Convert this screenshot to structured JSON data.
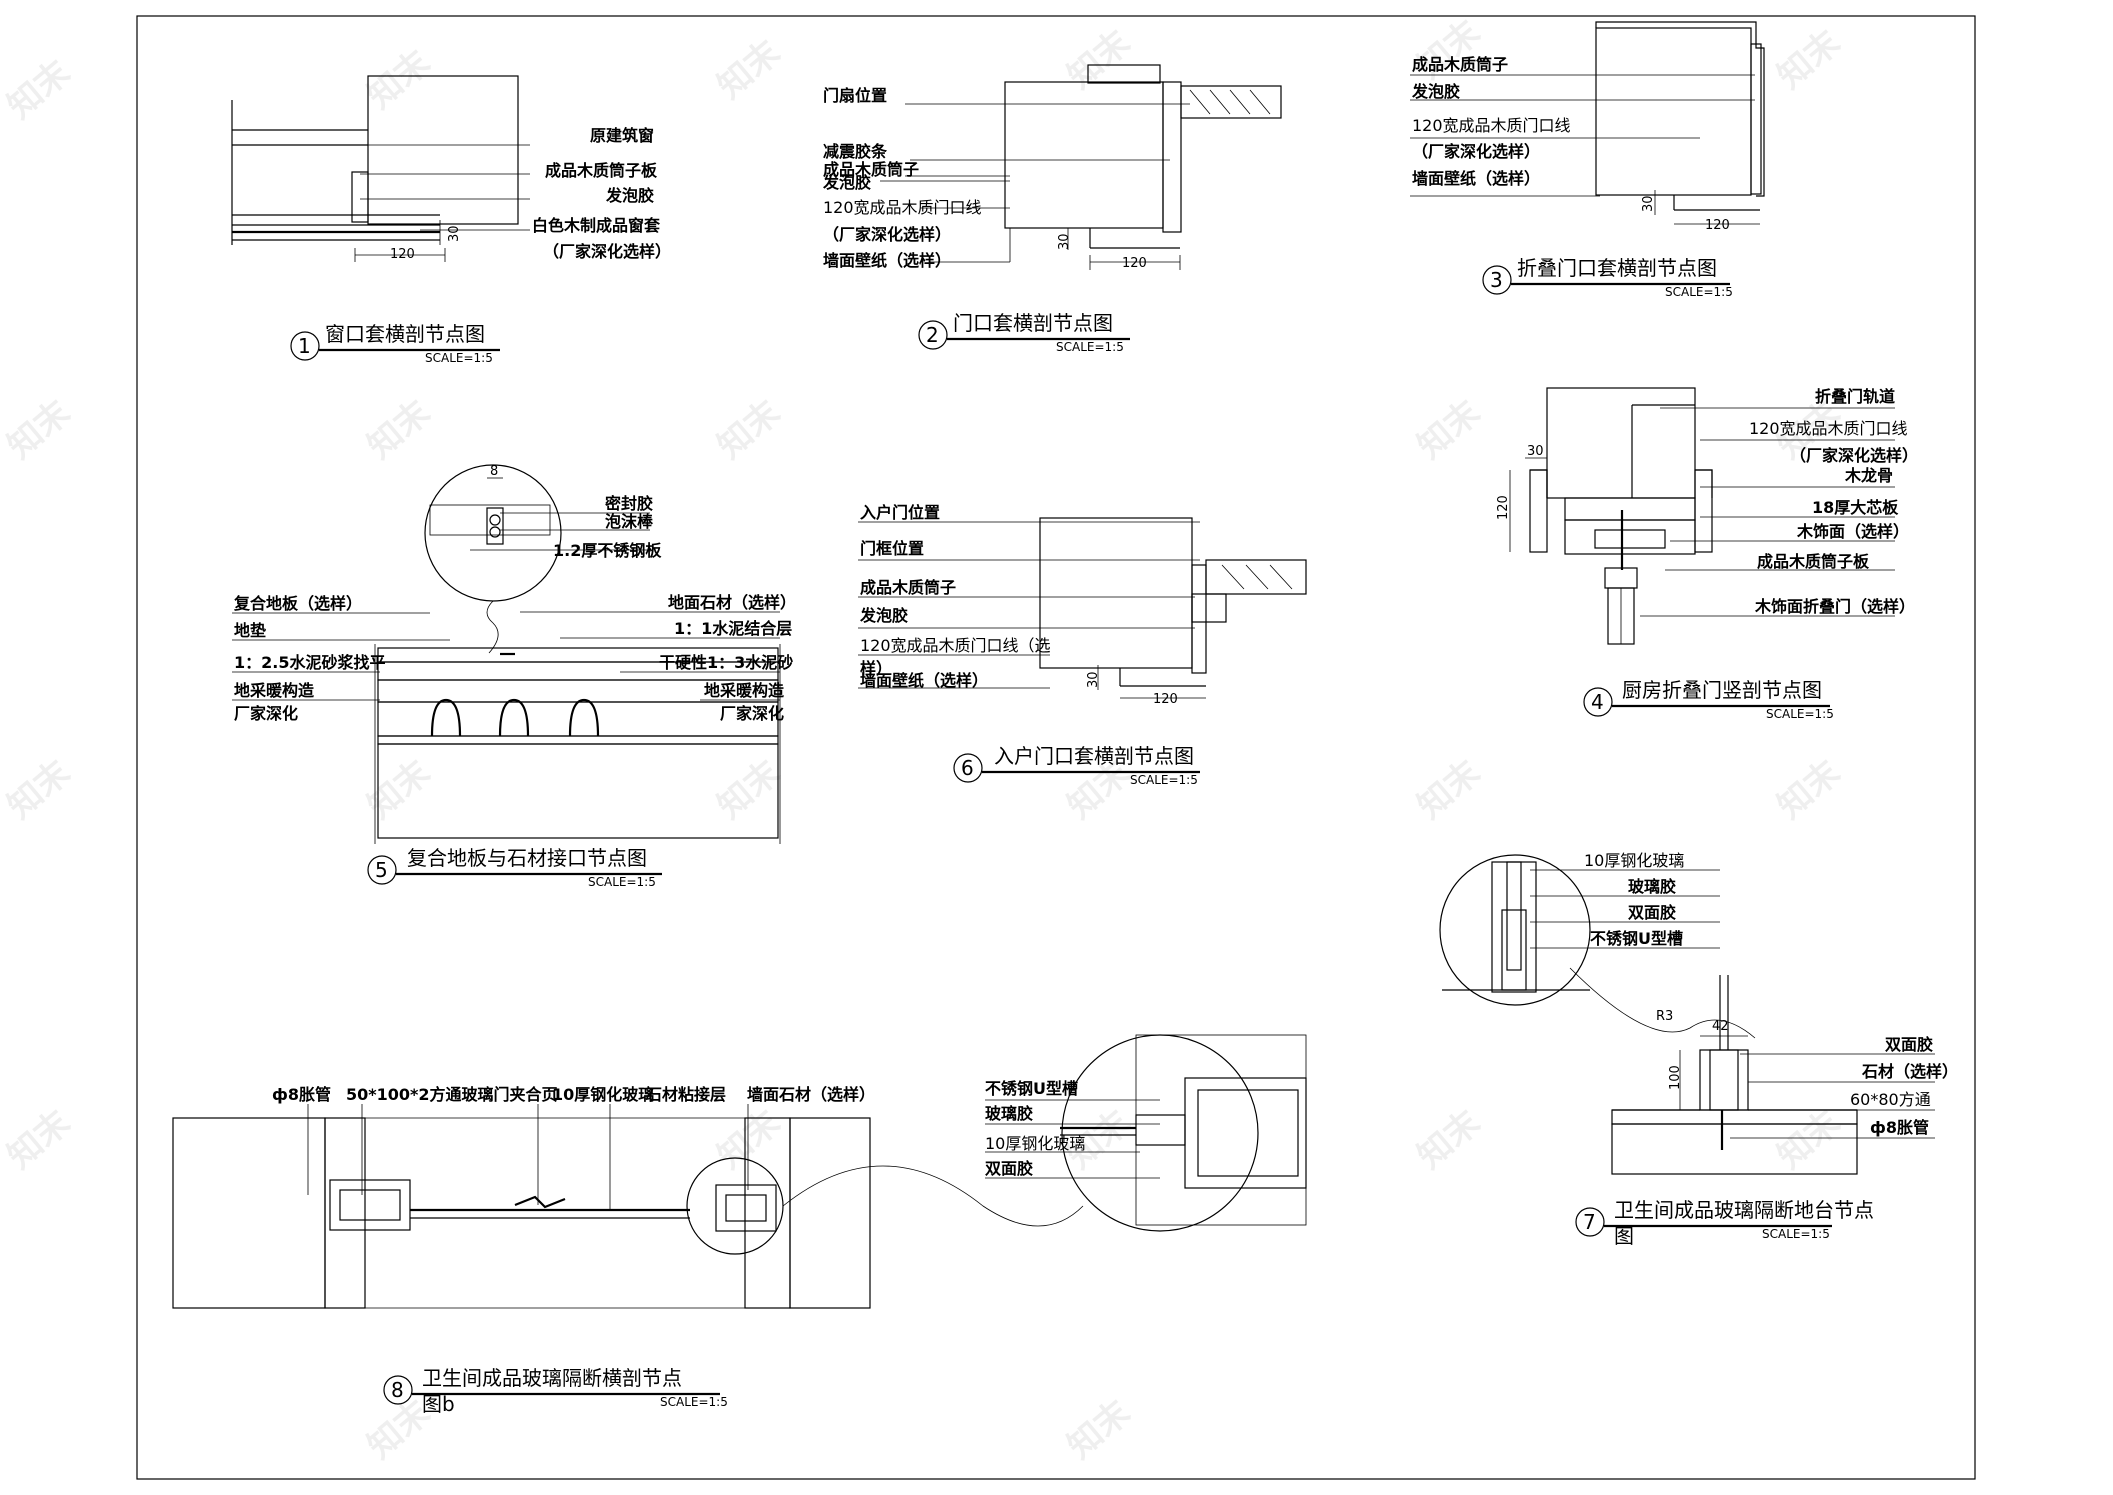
{
  "watermark": "知末",
  "details": [
    {
      "id": "1",
      "title": "窗口套横剖节点图",
      "scale": "SCALE=1:5",
      "labels": [
        "原建筑窗",
        "成品木质筒子板",
        "发泡胶",
        "白色木制成品窗套",
        "（厂家深化选样）"
      ],
      "dims": [
        "120",
        "30"
      ]
    },
    {
      "id": "2",
      "title": "门口套横剖节点图",
      "scale": "SCALE=1:5",
      "labels": [
        "门扇位置",
        "减震胶条",
        "成品木质筒子",
        "发泡胶",
        "120宽成品木质门口线",
        "（厂家深化选样）",
        "墙面壁纸（选样）"
      ],
      "dims": [
        "120",
        "30"
      ]
    },
    {
      "id": "3",
      "title": "折叠门口套横剖节点图",
      "scale": "SCALE=1:5",
      "labels": [
        "成品木质筒子",
        "发泡胶",
        "120宽成品木质门口线",
        "（厂家深化选样）",
        "墙面壁纸（选样）"
      ],
      "dims": [
        "120",
        "30"
      ]
    },
    {
      "id": "4",
      "title": "厨房折叠门竖剖节点图",
      "scale": "SCALE=1:5",
      "labels": [
        "折叠门轨道",
        "120宽成品木质门口线",
        "（厂家深化选样）",
        "木龙骨",
        "18厚大芯板",
        "木饰面（选样）",
        "成品木质筒子板",
        "木饰面折叠门（选样）"
      ],
      "dims": [
        "30",
        "120"
      ]
    },
    {
      "id": "5",
      "title": "复合地板与石材接口节点图",
      "scale": "SCALE=1:5",
      "labels_left": [
        "复合地板（选样）",
        "地垫",
        "1：2.5水泥砂浆找平",
        "地采暖构造",
        "厂家深化"
      ],
      "labels_right": [
        "地面石材（选样）",
        "1：1水泥结合层",
        "干硬性1：3水泥砂",
        "地采暖构造",
        "厂家深化"
      ],
      "labels_detail": [
        "密封胶",
        "泡沫棒",
        "1.2厚不锈钢板"
      ],
      "dims": [
        "8"
      ]
    },
    {
      "id": "6",
      "title": "入户门口套横剖节点图",
      "scale": "SCALE=1:5",
      "labels": [
        "入户门位置",
        "门框位置",
        "成品木质筒子",
        "发泡胶",
        "120宽成品木质门口线（选",
        "样）",
        "墙面壁纸（选样）"
      ],
      "dims": [
        "120",
        "30"
      ]
    },
    {
      "id": "7",
      "title": "卫生间成品玻璃隔断地台节点",
      "title2": "图",
      "scale": "SCALE=1:5",
      "labels_detail": [
        "10厚钢化玻璃",
        "玻璃胶",
        "双面胶",
        "不锈钢U型槽"
      ],
      "labels": [
        "双面胶",
        "石材（选样）",
        "60*80方通",
        "ф8胀管"
      ],
      "dims": [
        "R3",
        "42",
        "100"
      ]
    },
    {
      "id": "8",
      "title": "卫生间成品玻璃隔断横剖节点",
      "title2": "图b",
      "scale": "SCALE=1:5",
      "labels_top": [
        "ф8胀管",
        "50*100*2方通玻璃门夹合页",
        "10厚钢化玻璃",
        "石材粘接层",
        "墙面石材（选样）"
      ],
      "labels_detail": [
        "不锈钢U型槽",
        "玻璃胶",
        "10厚钢化玻璃",
        "双面胶"
      ]
    }
  ]
}
